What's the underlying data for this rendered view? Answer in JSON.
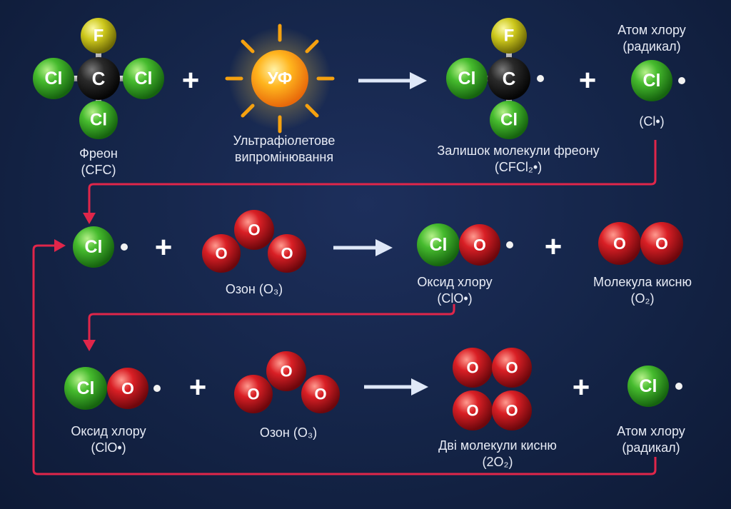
{
  "colors": {
    "chlorine": "#3fb52c",
    "oxygen": "#d41f24",
    "fluorine": "#c8c51a",
    "carbon": "#1f1f1f",
    "arrow": "#dfe8f8",
    "cycle_line": "#e0264a",
    "sun": "#f5a10f"
  },
  "atoms": {
    "cl": "Cl",
    "c": "C",
    "f": "F",
    "o": "O",
    "uv": "УФ"
  },
  "row1": {
    "freon_line1": "Фреон",
    "freon_line2": "(CFC)",
    "uv_line1": "Ультрафіолетове",
    "uv_line2": "випромінювання",
    "residue_line1": "Залишок молекули фреону",
    "residue_line2": "(CFCl₂•)",
    "cl_atom_top1": "Атом хлору",
    "cl_atom_top2": "(радикал)",
    "cl_atom_formula": "(Cl•)"
  },
  "row2": {
    "ozone": "Озон (O₃)",
    "clo_line1": "Оксид хлору",
    "clo_line2": "(ClO•)",
    "o2_line1": "Молекула кисню",
    "o2_line2": "(O₂)"
  },
  "row3": {
    "clo_line1": "Оксид хлору",
    "clo_line2": "(ClO•)",
    "ozone": "Озон (O₃)",
    "two_o2_line1": "Дві молекули кисню",
    "two_o2_line2": "(2O₂)",
    "cl_atom_line1": "Атом хлору",
    "cl_atom_line2": "(радикал)"
  },
  "operators": {
    "plus": "+"
  }
}
